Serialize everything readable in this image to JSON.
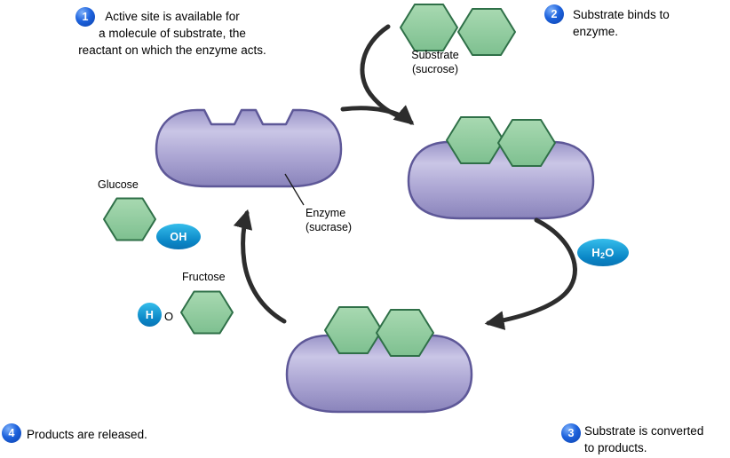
{
  "steps": [
    {
      "number": "1",
      "lines": [
        "Active site is available for",
        "a molecule of substrate, the",
        "reactant on which the enzyme acts."
      ]
    },
    {
      "number": "2",
      "lines": [
        "Substrate binds to",
        "enzyme."
      ]
    },
    {
      "number": "3",
      "lines": [
        "Substrate is converted",
        "to products."
      ]
    },
    {
      "number": "4",
      "lines": [
        "Products are released."
      ]
    }
  ],
  "labels": {
    "substrate": {
      "line1": "Substrate",
      "line2": "(sucrose)"
    },
    "enzyme": {
      "line1": "Enzyme",
      "line2": "(sucrase)"
    },
    "glucose": "Glucose",
    "fructose": "Fructose"
  },
  "molecules": {
    "hydroxyl": "OH",
    "hydrogen": "H",
    "oxygen": "O",
    "water": {
      "h": "H",
      "sub": "2",
      "o": "O"
    }
  },
  "colors": {
    "enzyme_fill": "#aba5d3",
    "enzyme_stroke": "#5e5898",
    "hexagon_fill": "#8fcb9e",
    "hexagon_stroke": "#2f7048",
    "step_badge": "#0b4fc4",
    "molecule_oval": "#0d9ad6",
    "arrow": "#2d2d2d",
    "background": "#ffffff"
  }
}
